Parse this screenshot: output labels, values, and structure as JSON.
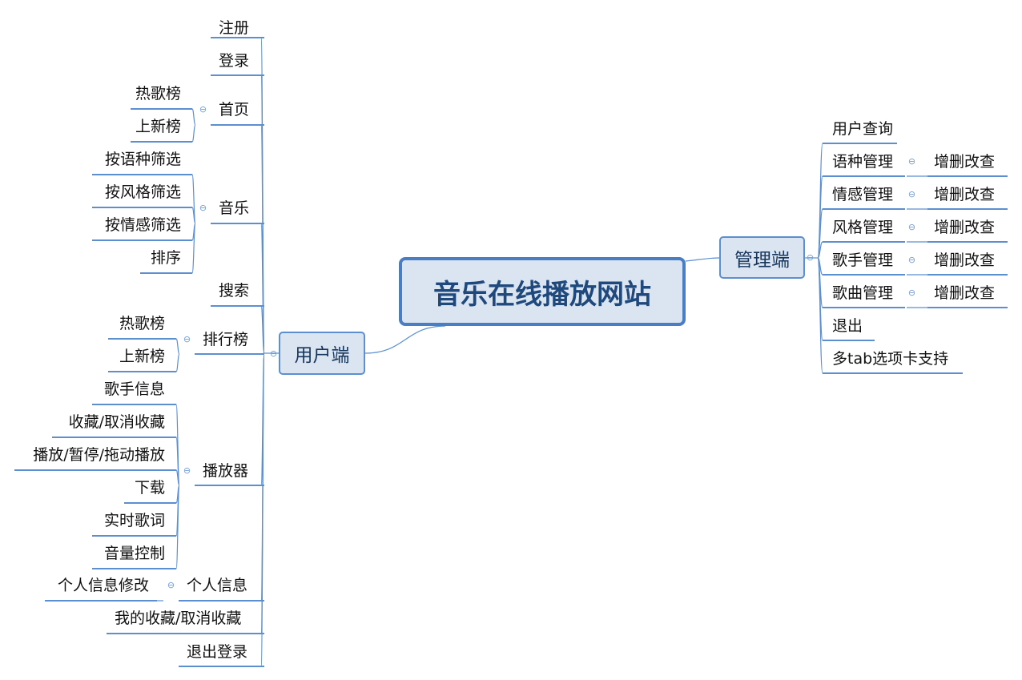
{
  "root": "音乐在线播放网站",
  "user": {
    "label": "用户端",
    "register": "注册",
    "login": "登录",
    "home": {
      "label": "首页",
      "children": [
        "热歌榜",
        "上新榜"
      ]
    },
    "music": {
      "label": "音乐",
      "children": [
        "按语种筛选",
        "按风格筛选",
        "按情感筛选",
        "排序"
      ]
    },
    "search": "搜索",
    "ranking": {
      "label": "排行榜",
      "children": [
        "热歌榜",
        "上新榜"
      ]
    },
    "player": {
      "label": "播放器",
      "children": [
        "歌手信息",
        "收藏/取消收藏",
        "播放/暂停/拖动播放",
        "下载",
        "实时歌词",
        "音量控制"
      ]
    },
    "profile": {
      "label": "个人信息",
      "children": [
        "个人信息修改"
      ]
    },
    "favorites": "我的收藏/取消收藏",
    "logout": "退出登录"
  },
  "admin": {
    "label": "管理端",
    "user_query": "用户查询",
    "managers": [
      {
        "label": "语种管理",
        "child": "增删改查"
      },
      {
        "label": "情感管理",
        "child": "增删改查"
      },
      {
        "label": "风格管理",
        "child": "增删改查"
      },
      {
        "label": "歌手管理",
        "child": "增删改查"
      },
      {
        "label": "歌曲管理",
        "child": "增删改查"
      }
    ],
    "exit": "退出",
    "multi_tab": "多tab选项卡支持"
  },
  "collapse_icon": "minus-circle-icon",
  "colors": {
    "line": "#5b8fd0",
    "node_fill": "#dbe5f1",
    "node_border": "#5b8fd0",
    "root_text": "#1f497d"
  }
}
